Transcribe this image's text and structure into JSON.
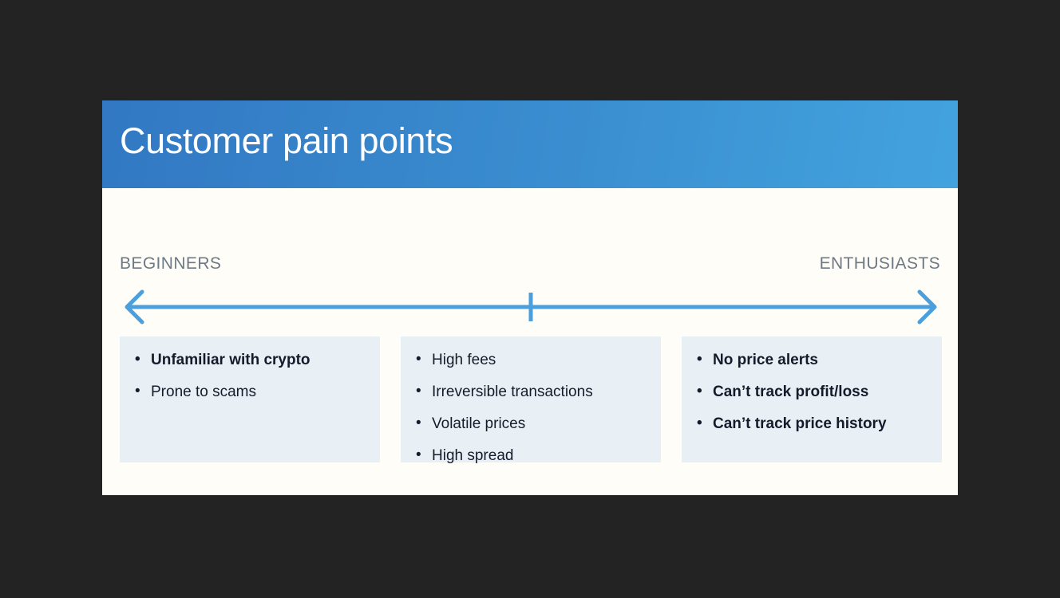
{
  "slide": {
    "title": "Customer pain points",
    "header_gradient_from": "#3278c3",
    "header_gradient_to": "#43a3de",
    "card_background": "#fffdf8",
    "page_background": "#232323"
  },
  "spectrum": {
    "left_label": "BEGINNERS",
    "right_label": "ENTHUSIASTS",
    "label_color": "#6d7a85",
    "axis_color": "#4a9fdc",
    "has_left_arrowhead": true,
    "has_right_arrowhead": true,
    "has_center_tick": true
  },
  "columns": [
    {
      "box_color": "#e9f0f5",
      "items": [
        {
          "text": "Unfamiliar with crypto",
          "emphasis": "bold"
        },
        {
          "text": "Prone to scams",
          "emphasis": "normal"
        }
      ]
    },
    {
      "box_color": "#e9f0f5",
      "items": [
        {
          "text": "High fees",
          "emphasis": "normal"
        },
        {
          "text": "Irreversible transactions",
          "emphasis": "normal"
        },
        {
          "text": "Volatile prices",
          "emphasis": "normal"
        },
        {
          "text": "High spread",
          "emphasis": "normal"
        }
      ]
    },
    {
      "box_color": "#e9f0f5",
      "items": [
        {
          "text": "No price alerts",
          "emphasis": "bold"
        },
        {
          "text": "Can’t track profit/loss",
          "emphasis": "bold"
        },
        {
          "text": "Can’t track price history",
          "emphasis": "bold"
        }
      ]
    }
  ]
}
